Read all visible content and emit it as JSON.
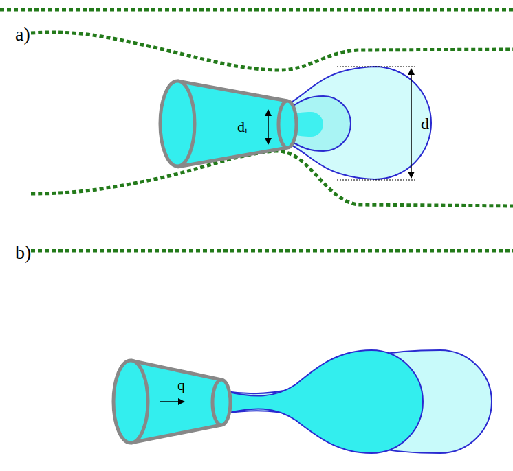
{
  "diagram": {
    "labels": [
      "a)",
      "dᵢ",
      "d",
      "b)",
      "q"
    ]
  }
}
